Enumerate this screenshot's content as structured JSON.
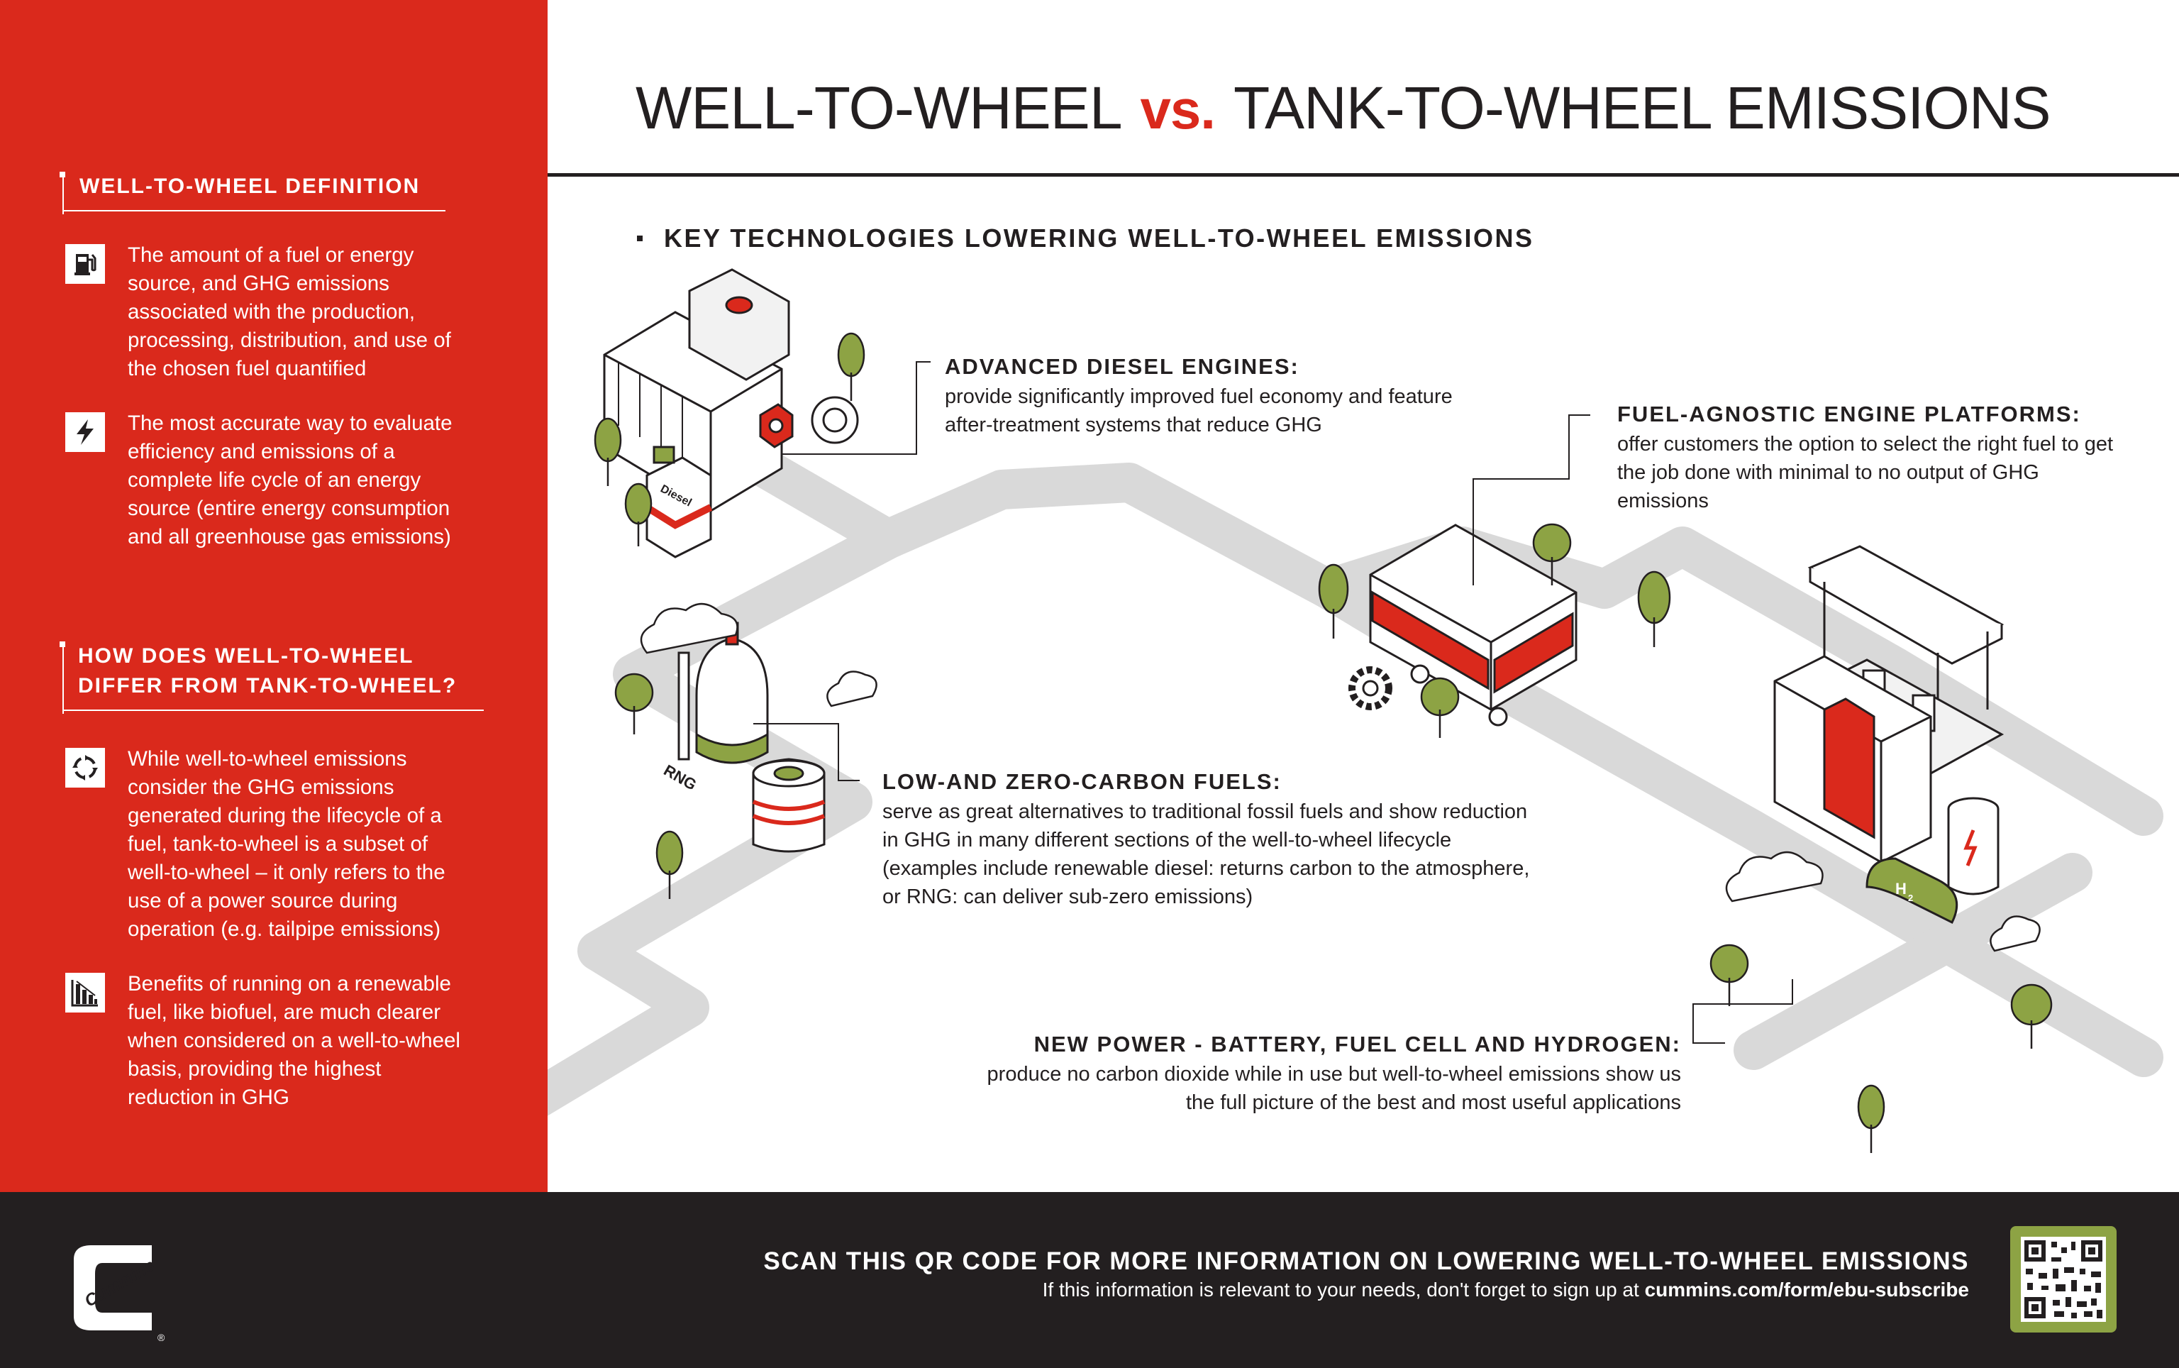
{
  "title": {
    "left": "WELL-TO-WHEEL",
    "vs": "vs.",
    "right": "TANK-TO-WHEEL EMISSIONS"
  },
  "sidebar": {
    "definition": {
      "heading": "WELL-TO-WHEEL DEFINITION",
      "items": [
        {
          "icon": "fuel-pump-icon",
          "text": "The amount of a fuel or energy source, and GHG emissions associated with the production, processing, distribution, and use of the chosen fuel quantified"
        },
        {
          "icon": "lightning-bolt-icon",
          "text": "The most accurate way to evaluate efficiency and emissions of a complete life cycle of an energy source (entire energy consumption and all greenhouse gas emissions)"
        }
      ]
    },
    "difference": {
      "heading_line1": "HOW DOES WELL-TO-WHEEL",
      "heading_line2": "DIFFER FROM TANK-TO-WHEEL?",
      "items": [
        {
          "icon": "cycle-arrows-icon",
          "text": "While well-to-wheel emissions consider the GHG emissions generated during the lifecycle of a fuel, tank-to-wheel is a subset of well-to-wheel – it only refers to the use of a power source during operation (e.g. tailpipe emissions)"
        },
        {
          "icon": "declining-chart-icon",
          "text": "Benefits of running on a renewable fuel, like biofuel, are much clearer when considered on a well-to-wheel basis, providing the highest reduction in GHG"
        }
      ]
    }
  },
  "key_technologies": {
    "heading": "KEY TECHNOLOGIES LOWERING WELL-TO-WHEEL EMISSIONS",
    "diesel": {
      "heading": "ADVANCED DIESEL ENGINES:",
      "body": "provide significantly improved fuel economy and feature after-treatment systems that reduce GHG"
    },
    "agnostic": {
      "heading": "FUEL-AGNOSTIC ENGINE PLATFORMS:",
      "body": "offer customers the option to select the right fuel to get the job done with minimal to no output of GHG emissions"
    },
    "fuels": {
      "heading": "LOW-AND ZERO-CARBON FUELS:",
      "body": "serve as great alternatives to traditional fossil fuels and show reduction in GHG in many different sections of the well-to-wheel lifecycle (examples include renewable diesel: returns carbon to the atmosphere, or RNG: can deliver sub-zero emissions)"
    },
    "new_power": {
      "heading": "NEW POWER - BATTERY, FUEL CELL AND HYDROGEN:",
      "body": "produce no carbon dioxide while in use but well-to-wheel emissions show us the full picture of the best and most useful applications"
    }
  },
  "illustration": {
    "diesel_label": "Diesel",
    "rng_label": "RNG",
    "h2_label": "H",
    "h2_sub": "2"
  },
  "footer": {
    "heading": "SCAN THIS QR CODE FOR MORE INFORMATION ON LOWERING WELL-TO-WHEEL EMISSIONS",
    "sub_prefix": "If this information is relevant to your needs, don't forget to sign up at ",
    "sub_link": "cummins.com/form/ebu-subscribe",
    "logo_text": "Cummins",
    "trademark": "®"
  },
  "colors": {
    "brand_red": "#da291c",
    "dark": "#231f20",
    "road_gray": "#d9d9d9",
    "tree_green": "#8da344"
  }
}
